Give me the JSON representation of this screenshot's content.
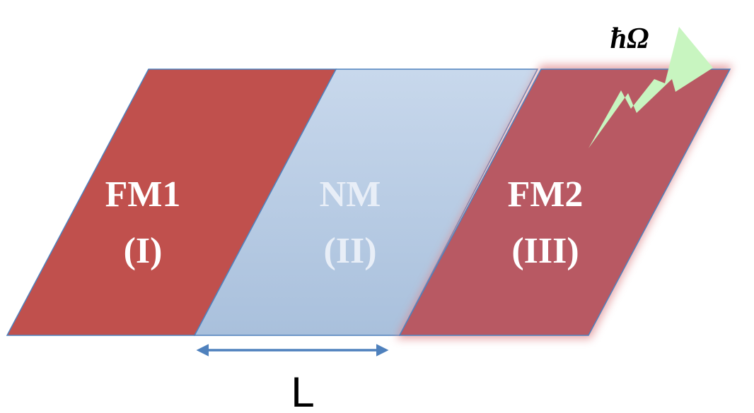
{
  "regions": {
    "fm1": {
      "name": "FM1",
      "index": "(I)"
    },
    "nm": {
      "name": "NM",
      "index": "(II)"
    },
    "fm2": {
      "name": "FM2",
      "index": "(III)"
    }
  },
  "photon": {
    "label": "ħΩ"
  },
  "separation": {
    "label": "L"
  },
  "colors": {
    "ferromagnet": "#c0504d",
    "ferromagnet_glow": "#b85963",
    "normal_metal_top": "#c8d8ec",
    "normal_metal_bottom": "#a9c0dc",
    "outline": "#4f81bd",
    "lightning": "#c8f5c0",
    "arrow": "#4f81bd"
  }
}
